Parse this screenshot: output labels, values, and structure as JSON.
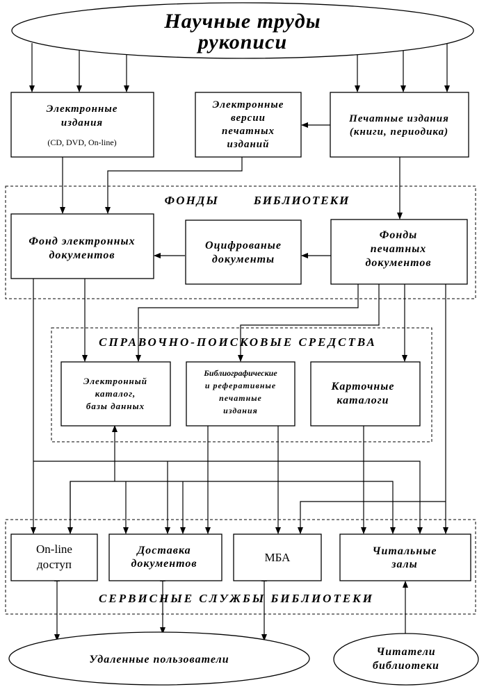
{
  "nodes": {
    "sources": [
      "Научные труды",
      "рукописи"
    ],
    "electronic_pubs": [
      "Электронные",
      "издания"
    ],
    "electronic_pubs_note": "(CD, DVD, On-line)",
    "electronic_versions": [
      "Электронные",
      "версии",
      "печатных",
      "изданий"
    ],
    "printed_pubs": [
      "Печатные издания",
      "(книги, периодика)"
    ],
    "fund_electronic": [
      "Фонд электронных",
      "документов"
    ],
    "digitized": [
      "Оцифрованые",
      "документы"
    ],
    "fund_printed": [
      "Фонды",
      "печатных",
      "документов"
    ],
    "ecatalog": [
      "Электронный",
      "каталог,",
      "базы данных"
    ],
    "bibliographic": [
      "Библиографические",
      "и реферативные",
      "печатные",
      "издания"
    ],
    "card_catalogs": [
      "Карточные",
      "каталоги"
    ],
    "online_access": [
      "On-line",
      "доступ"
    ],
    "delivery": [
      "Доставка",
      "документов"
    ],
    "mba": "МБА",
    "reading_rooms": [
      "Читальные",
      "залы"
    ],
    "remote_users": "Удаленные пользователи",
    "library_readers": [
      "Читатели",
      "библиотеки"
    ]
  },
  "groups": {
    "library_funds": "ФОНДЫ        БИБЛИОТЕКИ",
    "reference_tools": "СПРАВОЧНО-ПОИСКОВЫЕ СРЕДСТВА",
    "library_services": "СЕРВИСНЫЕ СЛУЖБЫ БИБЛИОТЕКИ"
  }
}
